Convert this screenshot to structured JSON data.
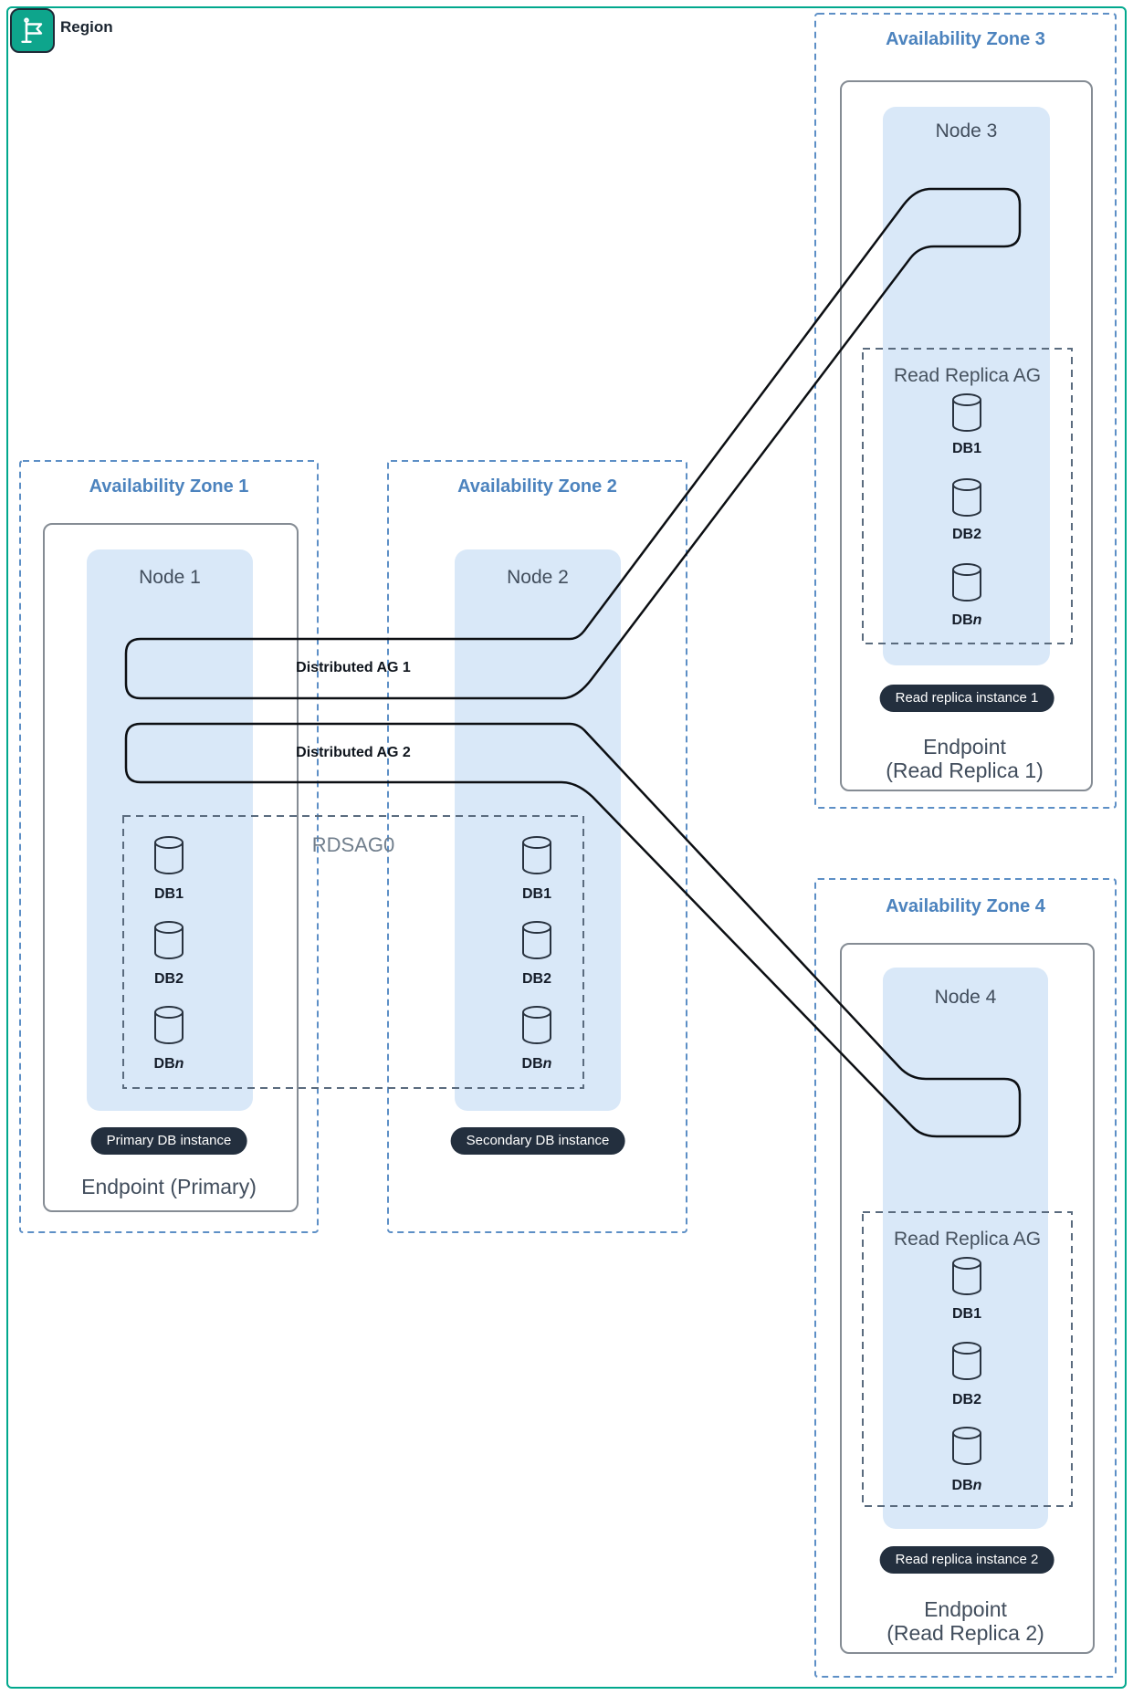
{
  "region": {
    "label": "Region"
  },
  "zones": {
    "az1": {
      "label": "Availability Zone 1",
      "node_label": "Node 1",
      "badge": "Primary DB instance",
      "endpoint": "Endpoint (Primary)"
    },
    "az2": {
      "label": "Availability Zone 2",
      "node_label": "Node 2",
      "badge": "Secondary DB instance"
    },
    "az3": {
      "label": "Availability Zone 3",
      "node_label": "Node 3",
      "group_label": "Read Replica AG",
      "badge": "Read replica instance 1",
      "endpoint_line1": "Endpoint",
      "endpoint_line2": "(Read Replica 1)"
    },
    "az4": {
      "label": "Availability Zone 4",
      "node_label": "Node 4",
      "group_label": "Read Replica AG",
      "badge": "Read replica instance 2",
      "endpoint_line1": "Endpoint",
      "endpoint_line2": "(Read Replica 2)"
    }
  },
  "availability_groups": {
    "distributed_ag1": "Distributed AG 1",
    "distributed_ag2": "Distributed AG 2",
    "rdsag": "RDSAG0"
  },
  "db": {
    "db1": "DB1",
    "db2": "DB2",
    "dbn_prefix": "DB",
    "dbn_italic": "n"
  },
  "colors": {
    "region_teal": "#01A88D",
    "az_blue": "#4C83BE",
    "node_fill": "#D9E8F8",
    "group_dash_slate": "#5A6B7E",
    "badge_bg": "#232F3E",
    "connector_black": "#0C0F13",
    "endpoint_box_gray": "#858C94",
    "text_dark": "#414D5C"
  }
}
